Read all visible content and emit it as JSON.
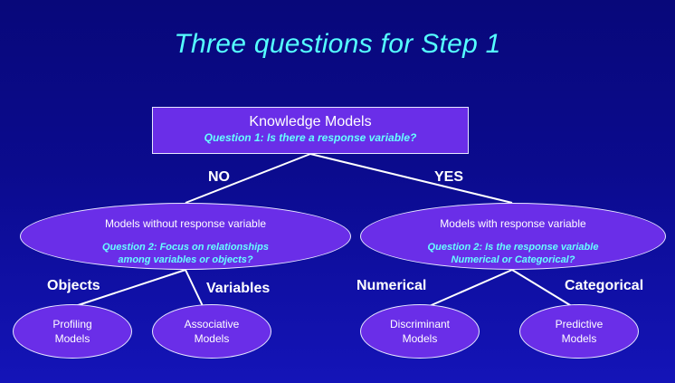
{
  "title": "Three questions for Step 1",
  "root": {
    "heading": "Knowledge Models",
    "question": "Question 1: Is there a response variable?"
  },
  "branch_labels": {
    "no": "NO",
    "yes": "YES"
  },
  "left": {
    "heading": "Models without response variable",
    "question_line1": "Question 2: Focus on relationships",
    "question_line2": "among variables or objects?",
    "edge_left": "Objects",
    "edge_right": "Variables",
    "leaf_left": "Profiling\nModels",
    "leaf_right": "Associative\nModels"
  },
  "right": {
    "heading": "Models with response variable",
    "question_line1": "Question 2: Is the response variable",
    "question_line2": "Numerical or Categorical?",
    "edge_left": "Numerical",
    "edge_right": "Categorical",
    "leaf_left": "Discriminant\nModels",
    "leaf_right": "Predictive\nModels"
  },
  "colors": {
    "background": "#0b0b8e",
    "node_fill": "#6a2ee8",
    "title_text": "#55ffff",
    "question_text": "#66ffff",
    "line": "#ffffff"
  }
}
